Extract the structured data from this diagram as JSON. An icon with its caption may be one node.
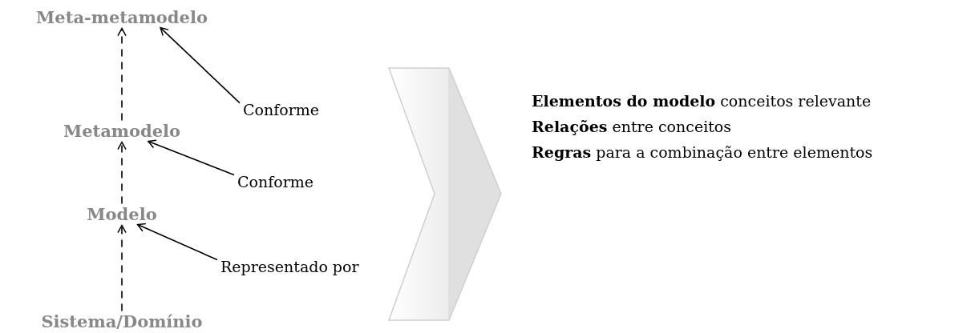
{
  "diagram": {
    "nodes": [
      {
        "text": [
          "Meta-metamodelo"
        ]
      },
      {
        "text": [
          "Metamodelo"
        ]
      },
      {
        "text": [
          "Modelo"
        ]
      },
      {
        "text": [
          "Sistema/Domínio"
        ]
      },
      {
        "text": [
          "Conforme"
        ]
      },
      {
        "text": [
          "Conforme"
        ]
      },
      {
        "text": [
          "Representado por"
        ]
      }
    ],
    "edges": [
      {
        "from": 3,
        "to": 2,
        "arrow": "to",
        "style": "dashed"
      },
      {
        "from": 2,
        "to": 1,
        "arrow": "to",
        "style": "dashed"
      },
      {
        "from": 1,
        "to": 0,
        "arrow": "to",
        "style": "dashed"
      },
      {
        "from": 4,
        "to": 0,
        "arrow": "to"
      },
      {
        "from": 5,
        "to": 1,
        "arrow": "to"
      },
      {
        "from": 6,
        "to": 2,
        "arrow": "to"
      }
    ],
    "labels": [
      "**Elementos do modelo** conceitos relevante",
      "**Relações** entre conceitos",
      "**Regras** para a combinação entre elementos"
    ]
  }
}
